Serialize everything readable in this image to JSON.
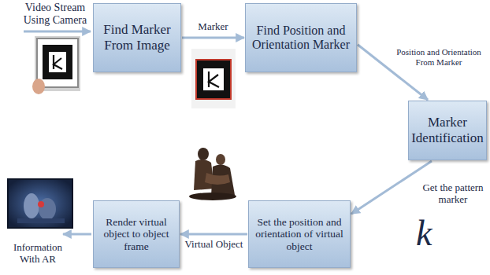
{
  "diagram": {
    "nodes": [
      {
        "text": [
          "Find Marker From Image"
        ]
      },
      {
        "text": [
          "Find Position and Orientation Marker"
        ]
      },
      {
        "text": [
          "Marker Identification"
        ]
      },
      {
        "text": [
          "Set the position and orientation of virtual object"
        ]
      },
      {
        "text": [
          "Render virtual object to object frame"
        ]
      }
    ],
    "edges": [
      {
        "from": 0,
        "to": 1,
        "arrow": "to",
        "label": "Marker"
      },
      {
        "from": 1,
        "to": 2,
        "arrow": "to",
        "label": "Position and Orientation From Marker"
      },
      {
        "from": 2,
        "to": 3,
        "arrow": "to"
      },
      {
        "from": 3,
        "to": 4,
        "arrow": "to",
        "label": "Virtual Object"
      }
    ],
    "labels": [
      "Video Stream Using Camera",
      "Get the pattern marker",
      "k",
      "Information With AR"
    ]
  }
}
